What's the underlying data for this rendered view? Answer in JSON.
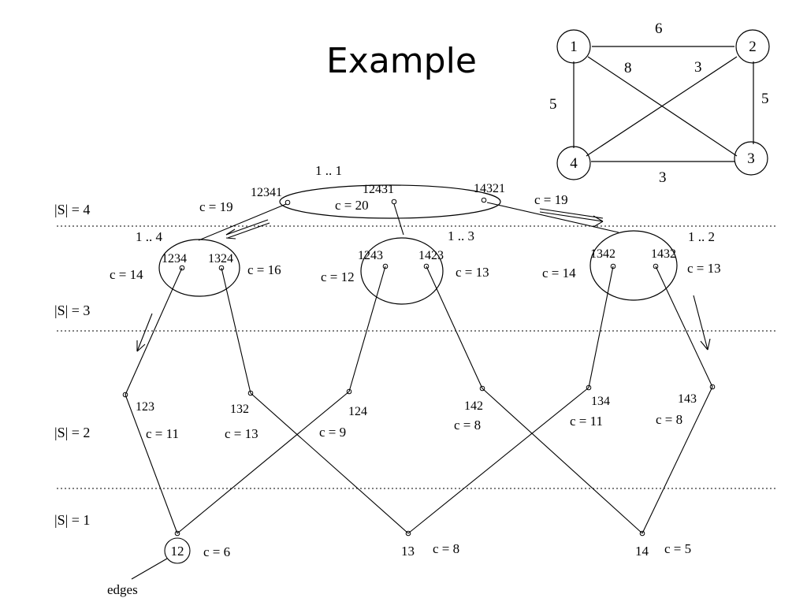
{
  "title": "Example",
  "graph": {
    "nodes": [
      "1",
      "2",
      "3",
      "4"
    ],
    "weights": {
      "e12": "6",
      "e13": "8",
      "e24": "3",
      "e14": "5",
      "e23": "5",
      "e34": "3"
    }
  },
  "levels": {
    "s4": "|S| = 4",
    "s3": "|S| = 3",
    "s2": "|S| = 2",
    "s1": "|S| = 1"
  },
  "top": {
    "group_label": "1 .. 1",
    "p1": "12341",
    "p1_cost": "c = 19",
    "p2": "12431",
    "p2_cost": "c = 20",
    "p3": "14321",
    "p3_cost": "c = 19"
  },
  "level3": {
    "g14_label": "1 .. 4",
    "g13_label": "1 .. 3",
    "g12_label": "1 .. 2",
    "n1234": "1234",
    "n1234_cost": "c = 14",
    "n1324": "1324",
    "n1324_cost": "c = 16",
    "n1243": "1243",
    "n1243_cost": "c = 12",
    "n1423": "1423",
    "n1423_cost": "c = 13",
    "n1342": "1342",
    "n1342_cost": "c = 14",
    "n1432": "1432",
    "n1432_cost": "c = 13"
  },
  "level2": {
    "n123": "123",
    "n123_cost": "c = 11",
    "n132": "132",
    "n132_cost": "c = 13",
    "n124": "124",
    "n124_cost": "c = 9",
    "n142": "142",
    "n142_cost": "c = 8",
    "n134": "134",
    "n134_cost": "c = 11",
    "n143": "143",
    "n143_cost": "c = 8"
  },
  "level1": {
    "n12": "12",
    "n12_cost": "c = 6",
    "n13": "13",
    "n13_cost": "c = 8",
    "n14": "14",
    "n14_cost": "c = 5",
    "edges_label": "edges"
  }
}
